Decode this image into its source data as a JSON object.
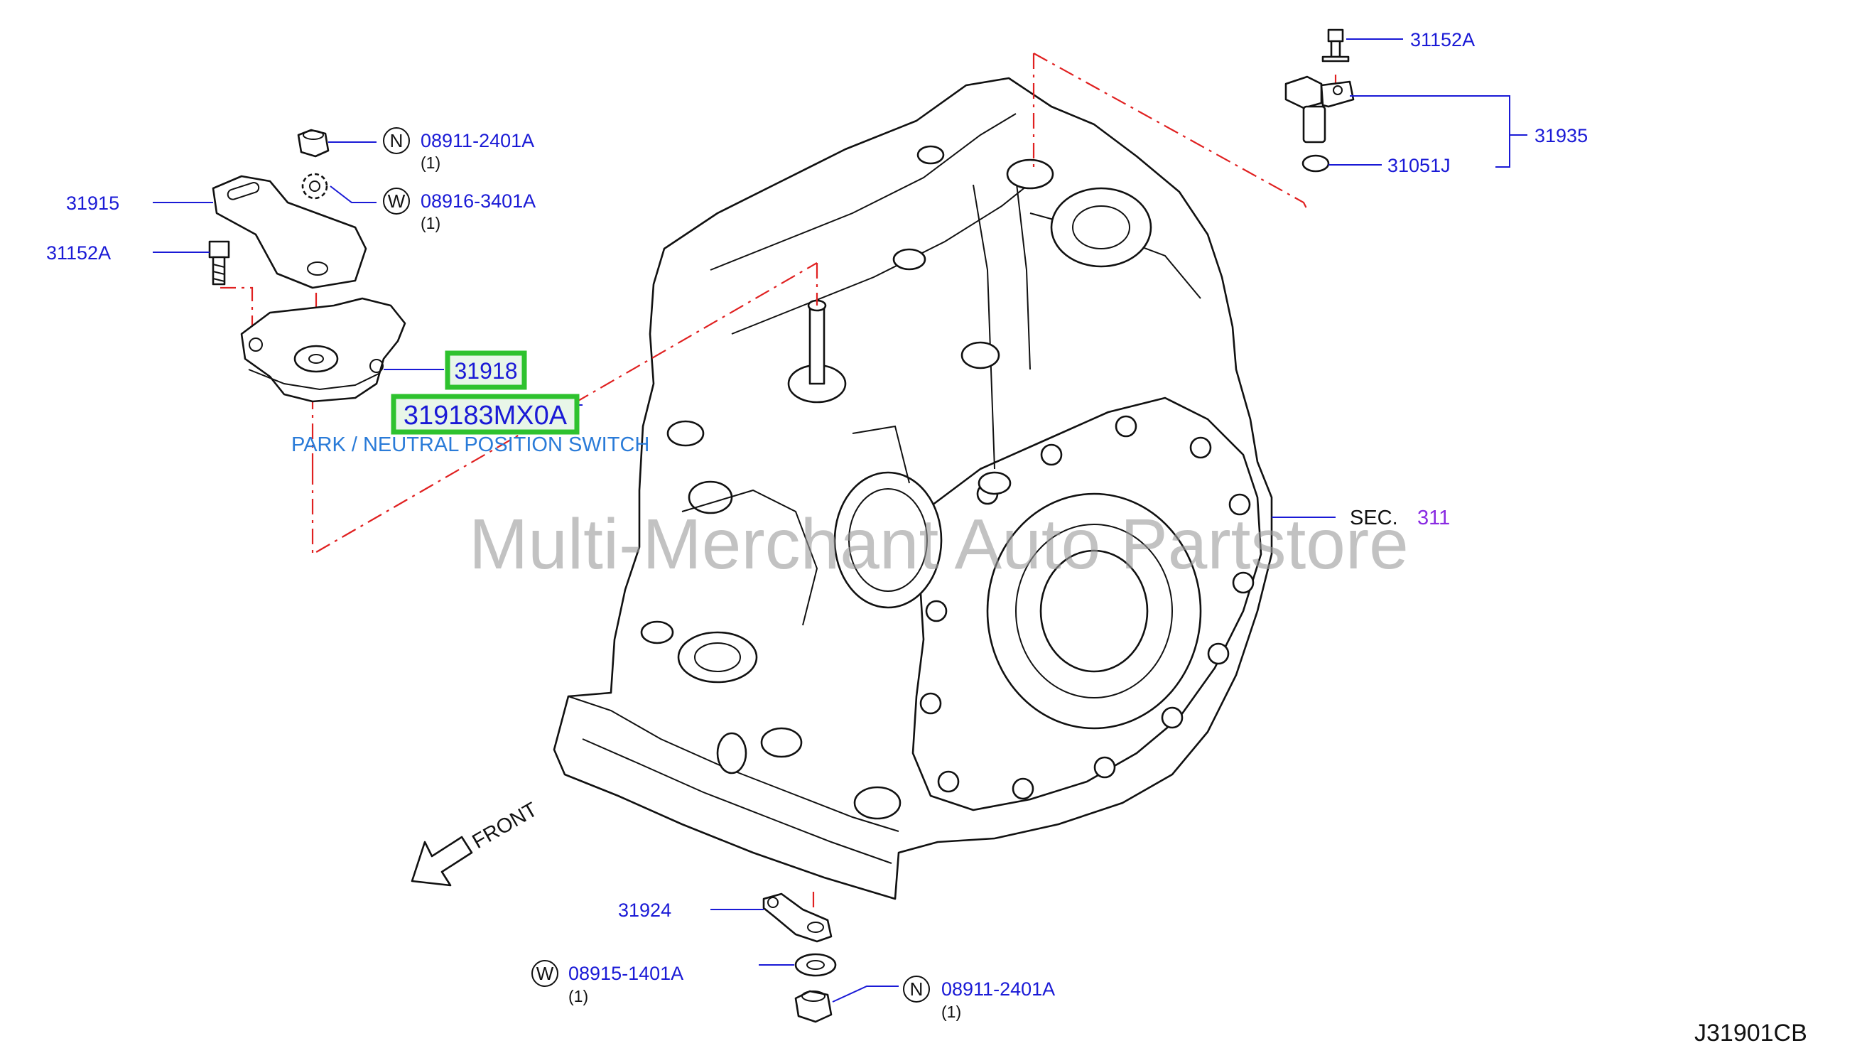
{
  "callouts": {
    "nut_top": {
      "symbol": "N",
      "part_no": "08911-2401A",
      "qty": "(1)"
    },
    "washer_top": {
      "symbol": "W",
      "part_no": "08916-3401A",
      "qty": "(1)"
    },
    "bracket": {
      "part_no": "31915"
    },
    "bolt_left": {
      "part_no": "31152A"
    },
    "switch": {
      "part_no": "31918"
    },
    "switch_full": {
      "part_no": "319183MX0A"
    },
    "switch_desc": {
      "text": "PARK / NEUTRAL POSITION SWITCH"
    },
    "bolt_top_right": {
      "part_no": "31152A"
    },
    "sensor_assy": {
      "part_no": "31935"
    },
    "oring": {
      "part_no": "31051J"
    },
    "section": {
      "label": "SEC.",
      "ref": "311"
    },
    "lever": {
      "part_no": "31924"
    },
    "washer_bottom": {
      "symbol": "W",
      "part_no": "08915-1401A",
      "qty": "(1)"
    },
    "nut_bottom": {
      "symbol": "N",
      "part_no": "08911-2401A",
      "qty": "(1)"
    }
  },
  "front_label": "FRONT",
  "watermark": "Multi-Merchant Auto Partstore",
  "diagram_code": "J31901CB",
  "colors": {
    "part_number": "#1a1ad6",
    "section_ref": "#8a2be2",
    "description": "#2a7bd8",
    "highlight_border": "#2ec22e",
    "phantom_line": "#e02020"
  }
}
